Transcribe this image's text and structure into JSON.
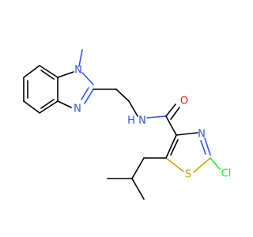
{
  "colors": {
    "carbon": "#000000",
    "nitrogen": "#3050F8",
    "oxygen": "#FF0D0D",
    "sulfur": "#C8A800",
    "chlorine": "#1FF01F",
    "background": "#FFFFFF"
  },
  "atoms": {
    "n_methyl": "N",
    "n_imine": "N",
    "n_amide_h": "H",
    "n_amide": "N",
    "o_carbonyl": "O",
    "n_thiazole": "N",
    "s_thiazole": "S",
    "cl": "Cl"
  }
}
